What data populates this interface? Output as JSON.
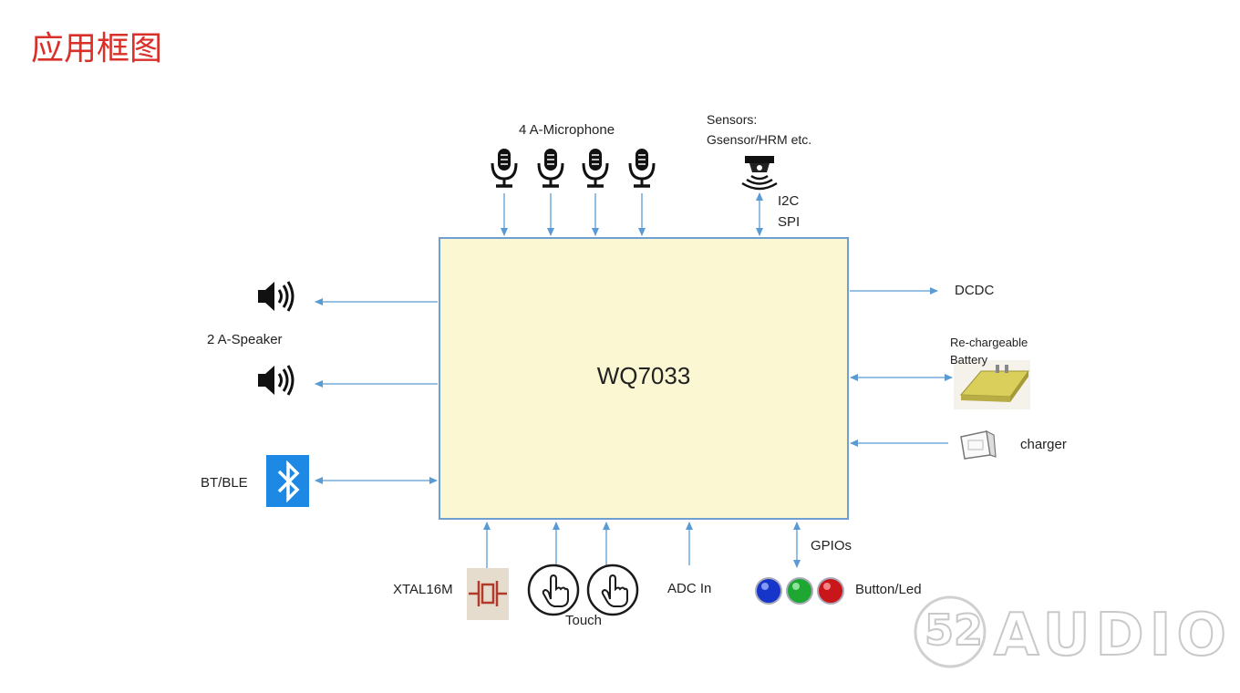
{
  "page_title": "应用框图",
  "chip": {
    "label": "WQ7033"
  },
  "top": {
    "microphone_label": "4  A-Microphone",
    "sensors_line1": "Sensors:",
    "sensors_line2": "Gsensor/HRM etc.",
    "i2c": "I2C",
    "spi": "SPI"
  },
  "left": {
    "speaker_label": "2 A-Speaker",
    "bt_label": "BT/BLE"
  },
  "right": {
    "dcdc": "DCDC",
    "battery_line1": "Re-chargeable",
    "battery_line2": "Battery",
    "charger": "charger"
  },
  "bottom": {
    "xtal": "XTAL16M",
    "touch": "Touch",
    "adc": "ADC In",
    "gpios": "GPIOs",
    "button_led": "Button/Led"
  },
  "watermark": {
    "number": "52",
    "text": "AUDIO"
  },
  "colors": {
    "title": "#d9302a",
    "chip_fill": "#fbf7d3",
    "chip_border": "#6f9fd0",
    "arrow": "#5b9bd5",
    "bluetooth": "#1e88e5"
  },
  "icons": [
    "microphone-icon",
    "sensor-icon",
    "speaker-icon",
    "bluetooth-icon",
    "battery-icon",
    "charger-icon",
    "crystal-icon",
    "touch-icon",
    "led-icon"
  ]
}
